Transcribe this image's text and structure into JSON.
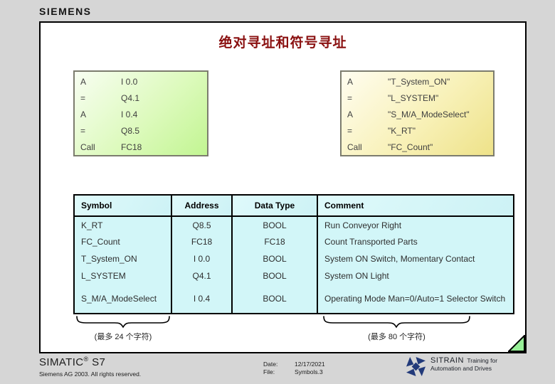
{
  "page": {
    "brand": "SIEMENS",
    "title": "绝对寻址和符号寻址"
  },
  "code_boxes": {
    "absolute": {
      "rows": [
        {
          "op": "A",
          "operand": "I 0.0"
        },
        {
          "op": "=",
          "operand": "Q4.1"
        },
        {
          "op": "A",
          "operand": "I 0.4"
        },
        {
          "op": "=",
          "operand": "Q8.5"
        },
        {
          "op": "Call",
          "operand": "FC18"
        }
      ]
    },
    "symbolic": {
      "rows": [
        {
          "op": "A",
          "operand": "\"T_System_ON\""
        },
        {
          "op": "=",
          "operand": "\"L_SYSTEM\""
        },
        {
          "op": "A",
          "operand": "\"S_M/A_ModeSelect\""
        },
        {
          "op": "=",
          "operand": "\"K_RT\""
        },
        {
          "op": "Call",
          "operand": "\"FC_Count\""
        }
      ]
    }
  },
  "symbol_table": {
    "headers": [
      "Symbol",
      "Address",
      "Data Type",
      "Comment"
    ],
    "rows": [
      [
        "K_RT",
        "Q8.5",
        "BOOL",
        "Run Conveyor Right"
      ],
      [
        "FC_Count",
        "FC18",
        "FC18",
        "Count Transported Parts"
      ],
      [
        "T_System_ON",
        "I 0.0",
        "BOOL",
        "System ON Switch, Momentary Contact"
      ],
      [
        "L_SYSTEM",
        "Q4.1",
        "BOOL",
        "System ON Light"
      ],
      [
        "S_M/A_ModeSelect",
        "I 0.4",
        "BOOL",
        "Operating Mode Man=0/Auto=1 Selector Switch"
      ]
    ]
  },
  "annotations": {
    "symbol_limit": "(最多 24 个字符)",
    "comment_limit": "(最多 80 个字符)"
  },
  "footer": {
    "product": "SIMATIC",
    "product_reg": "®",
    "product_suffix": " S7",
    "copyright": "Siemens AG 2003. All rights reserved.",
    "date_label": "Date:",
    "date_value": "12/17/2021",
    "file_label": "File:",
    "file_value": "Symbols.3",
    "sitrain_name": "SITRAIN",
    "sitrain_tagline1": "Training for",
    "sitrain_tagline2": "Automation and Drives"
  },
  "colors": {
    "title_red": "#8a1010",
    "absolute_box_green": "#c2f592",
    "symbolic_box_yellow": "#eee289",
    "table_cyan": "#d2f6f8",
    "corner_triangle_green": "#98f098",
    "sitrain_navy": "#223a7a"
  }
}
